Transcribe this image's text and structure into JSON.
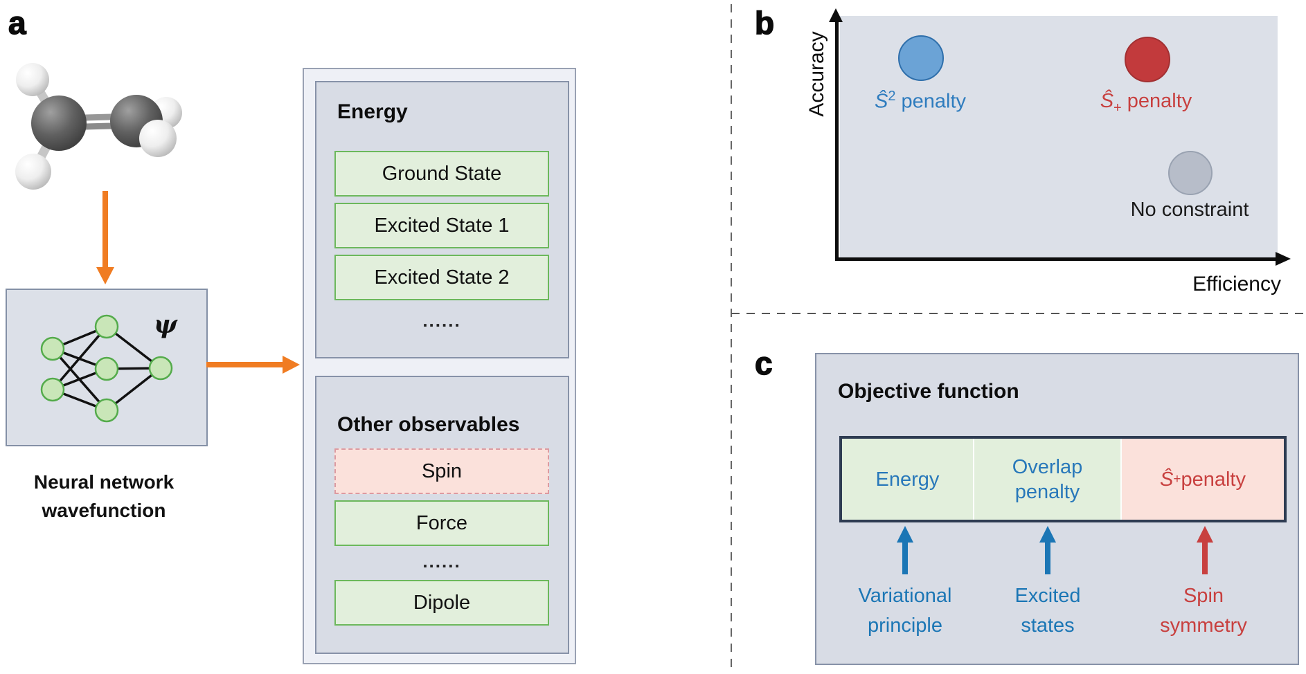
{
  "colors": {
    "accent_orange": "#f07c22",
    "panel_fill": "#d8dce5",
    "green_fill": "#e2efdc",
    "green_border": "#6cb85c",
    "pink_fill": "#fbe1db",
    "blue_text": "#2878ba",
    "red_text": "#c8403f",
    "blue_dot": "#6ba3d6",
    "red_dot": "#c23a3c",
    "gray_dot": "#b7bdc9",
    "bar_border": "#2e3c52"
  },
  "panel_a": {
    "label": "a",
    "psi": "ψ",
    "caption": {
      "line1": "Neural network",
      "line2": "wavefunction"
    },
    "energy": {
      "title": "Energy",
      "items": [
        "Ground State",
        "Excited State 1",
        "Excited State 2"
      ],
      "ellipsis": "......"
    },
    "observables": {
      "title": "Other observables",
      "spin": "Spin",
      "force": "Force",
      "ellipsis": "......",
      "dipole": "Dipole"
    }
  },
  "panel_b": {
    "label": "b",
    "y_axis_label": "Accuracy",
    "x_axis_label": "Efficiency",
    "points": [
      {
        "symbol": "Ŝ",
        "script": "2",
        "rest": " penalty"
      },
      {
        "symbol": "Ŝ",
        "script": "+",
        "rest": " penalty"
      },
      {
        "label": "No constraint"
      }
    ]
  },
  "panel_c": {
    "label": "c",
    "title": "Objective function",
    "cells": {
      "energy": "Energy",
      "overlap_line1": "Overlap",
      "overlap_line2": "penalty",
      "spin_symbol": "Ŝ",
      "spin_script": "+",
      "spin_rest": " penalty"
    },
    "annotations": {
      "variational": {
        "line1": "Variational",
        "line2": "principle"
      },
      "excited": {
        "line1": "Excited",
        "line2": "states"
      },
      "spin": {
        "line1": "Spin",
        "line2": "symmetry"
      }
    }
  }
}
